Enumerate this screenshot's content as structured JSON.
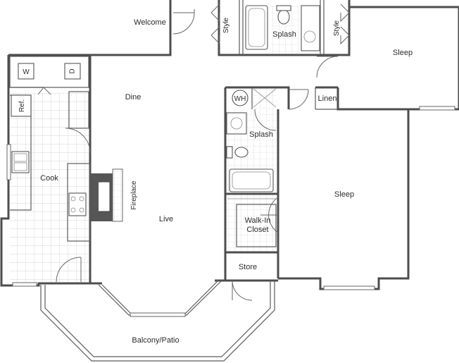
{
  "rooms": {
    "welcome": "Welcome",
    "style_left": "Style",
    "splash_top": "Splash",
    "style_right": "Style",
    "sleep_top": "Sleep",
    "dine": "Dine",
    "wh": "WH",
    "linen": "Linen",
    "splash_mid": "Splash",
    "cook": "Cook",
    "fireplace": "Fireplace",
    "live": "Live",
    "sleep_main": "Sleep",
    "walkin_line1": "Walk-In",
    "walkin_line2": "Closet",
    "store": "Store",
    "balcony": "Balcony/Patio"
  },
  "appliances": {
    "washer": "W",
    "dryer": "D",
    "fridge": "Ref."
  }
}
